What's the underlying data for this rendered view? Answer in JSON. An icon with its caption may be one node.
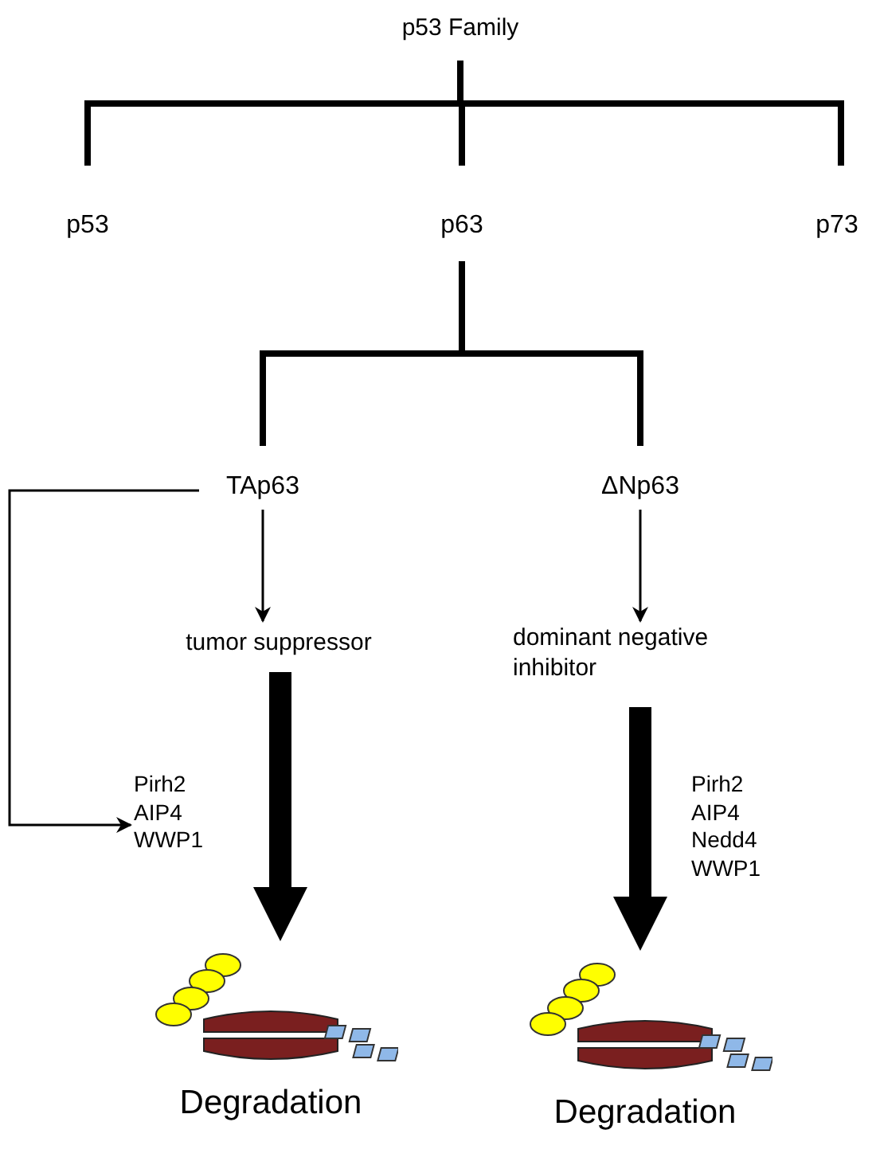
{
  "diagram": {
    "nodes": [
      {
        "text": [
          "p53 Family"
        ]
      },
      {
        "text": [
          "p53"
        ]
      },
      {
        "text": [
          "p63"
        ]
      },
      {
        "text": [
          "p73"
        ]
      },
      {
        "text": [
          "TAp63"
        ]
      },
      {
        "text": [
          "ΔNp63"
        ]
      },
      {
        "text": [
          "tumor suppressor"
        ]
      },
      {
        "text": [
          "dominant negative inhibitor"
        ]
      },
      {
        "text": [
          "Pirh2",
          "AIP4",
          "WWP1"
        ]
      },
      {
        "text": [
          "Pirh2",
          "AIP4",
          "Nedd4",
          "WWP1"
        ]
      },
      {
        "text": [
          "Degradation"
        ]
      },
      {
        "text": [
          "Degradation"
        ]
      }
    ],
    "edges": [
      {
        "from": 0,
        "to": 1,
        "arrow": "none"
      },
      {
        "from": 0,
        "to": 2,
        "arrow": "none"
      },
      {
        "from": 0,
        "to": 3,
        "arrow": "none"
      },
      {
        "from": 2,
        "to": 4,
        "arrow": "none"
      },
      {
        "from": 2,
        "to": 5,
        "arrow": "none"
      },
      {
        "from": 4,
        "to": 6,
        "arrow": "to"
      },
      {
        "from": 5,
        "to": 7,
        "arrow": "to"
      },
      {
        "from": 4,
        "to": 8,
        "arrow": "to"
      },
      {
        "from": 6,
        "to": 10,
        "arrow": "to",
        "style": "thick"
      },
      {
        "from": 7,
        "to": 11,
        "arrow": "to",
        "style": "thick"
      }
    ]
  }
}
